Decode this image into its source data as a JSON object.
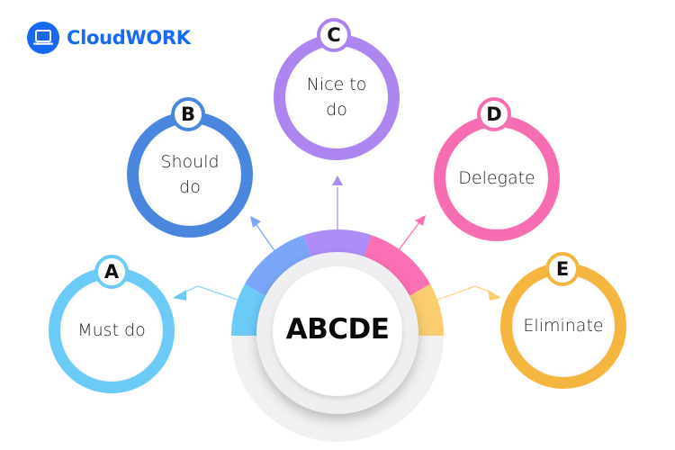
{
  "brand": {
    "name": "CloudWORK",
    "icon": "laptop-icon",
    "color": "#1769f2"
  },
  "center": {
    "label": "ABCDE"
  },
  "items": [
    {
      "letter": "A",
      "label": "Must do",
      "color": "#6ccbf6"
    },
    {
      "letter": "B",
      "label": "Should do",
      "color": "#4a86de"
    },
    {
      "letter": "C",
      "label": "Nice to do",
      "color": "#ac85f0"
    },
    {
      "letter": "D",
      "label": "Delegate",
      "color": "#f66db1"
    },
    {
      "letter": "E",
      "label": "Eliminate",
      "color": "#f4b63e"
    }
  ],
  "wheel_segments": [
    "#6ccbf6",
    "#7aa6f8",
    "#ae8cf7",
    "#fb6fb4",
    "#fbcd70"
  ]
}
